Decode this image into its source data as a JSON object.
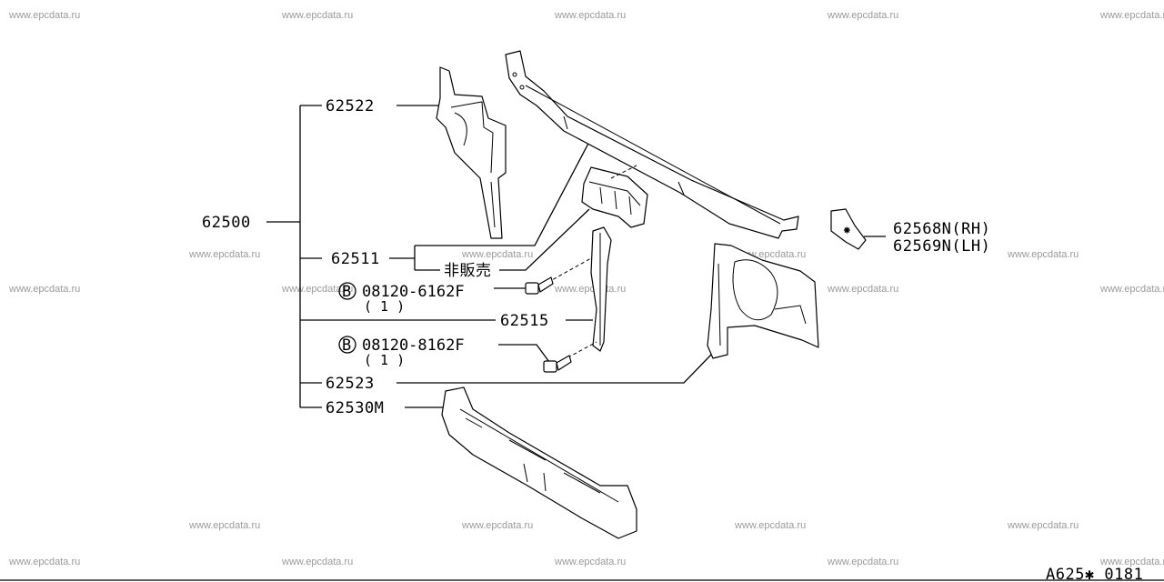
{
  "watermark": "www.epcdata.ru",
  "parts": {
    "assembly": "62500",
    "upper_side_lh": "62522",
    "upper_center": "62511",
    "not_for_sale": "非販売",
    "bolt_1": {
      "badge": "B",
      "number": "08120-6162F",
      "qty": "( 1 )"
    },
    "support_center": "62515",
    "bolt_2": {
      "badge": "B",
      "number": "08120-8162F",
      "qty": "( 1 )"
    },
    "side_rh": "62523",
    "lower": "62530M",
    "bracket_rh": "62568N(RH)",
    "bracket_lh": "62569N(LH)"
  },
  "diagram_code": "A625✱ 0181"
}
